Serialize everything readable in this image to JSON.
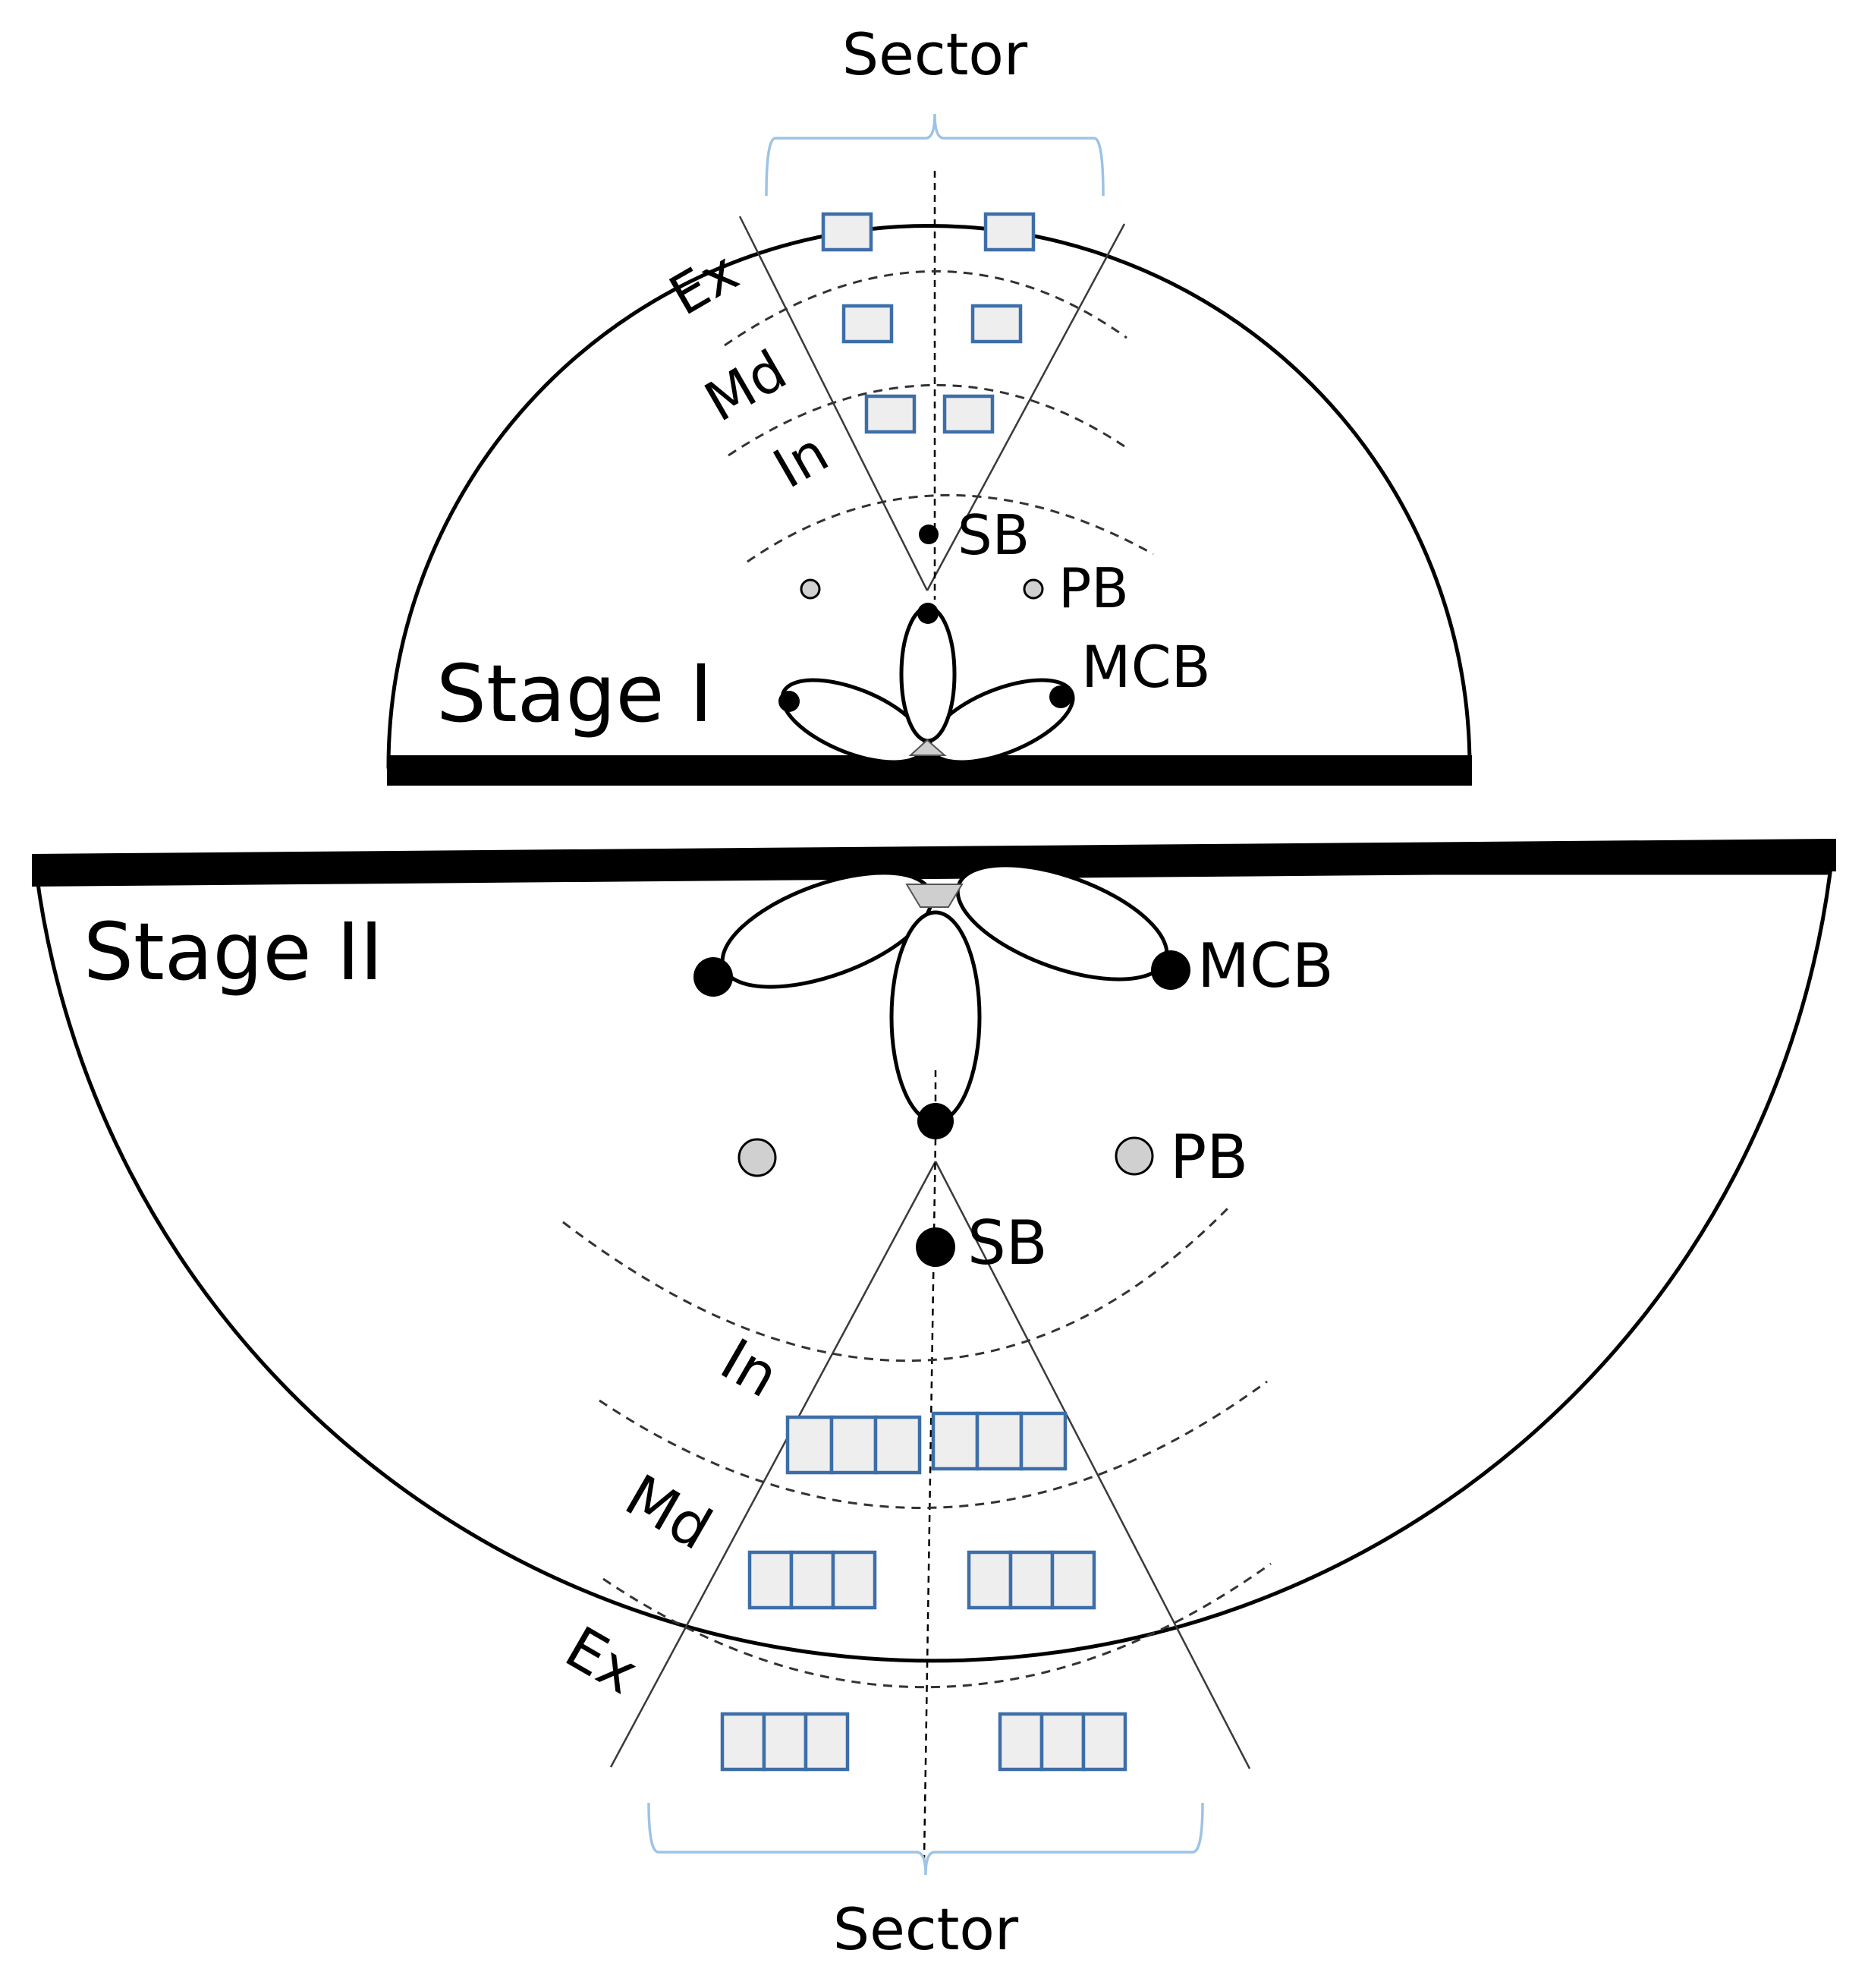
{
  "colors": {
    "cell_stroke": "#3d6ea8",
    "brace": "#9dc3e6"
  },
  "stage1": {
    "title": "Stage I",
    "sector_label": "Sector",
    "layers": {
      "ex": "Ex",
      "md": "Md",
      "in": "In"
    },
    "sb_label": "SB",
    "pb_label": "PB",
    "mcb_label": "MCB"
  },
  "stage2": {
    "title": "Stage II",
    "sector_label": "Sector",
    "layers": {
      "in": "In",
      "md": "Md",
      "ex": "Ex"
    },
    "sb_label": "SB",
    "pb_label": "PB",
    "mcb_label": "MCB"
  }
}
